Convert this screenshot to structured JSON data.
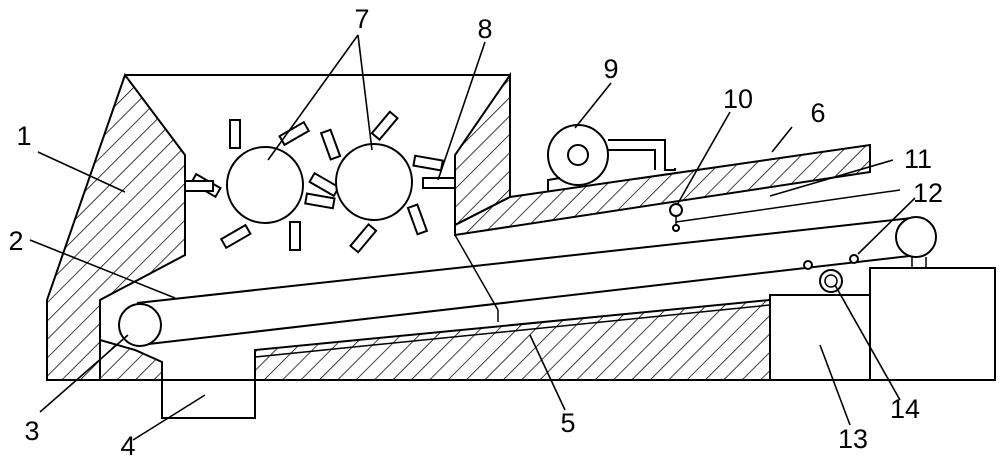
{
  "callouts": [
    "1",
    "2",
    "3",
    "4",
    "5",
    "6",
    "7",
    "8",
    "9",
    "10",
    "11",
    "12",
    "13",
    "14"
  ],
  "colors": {
    "line": "#000000",
    "background": "#ffffff"
  }
}
